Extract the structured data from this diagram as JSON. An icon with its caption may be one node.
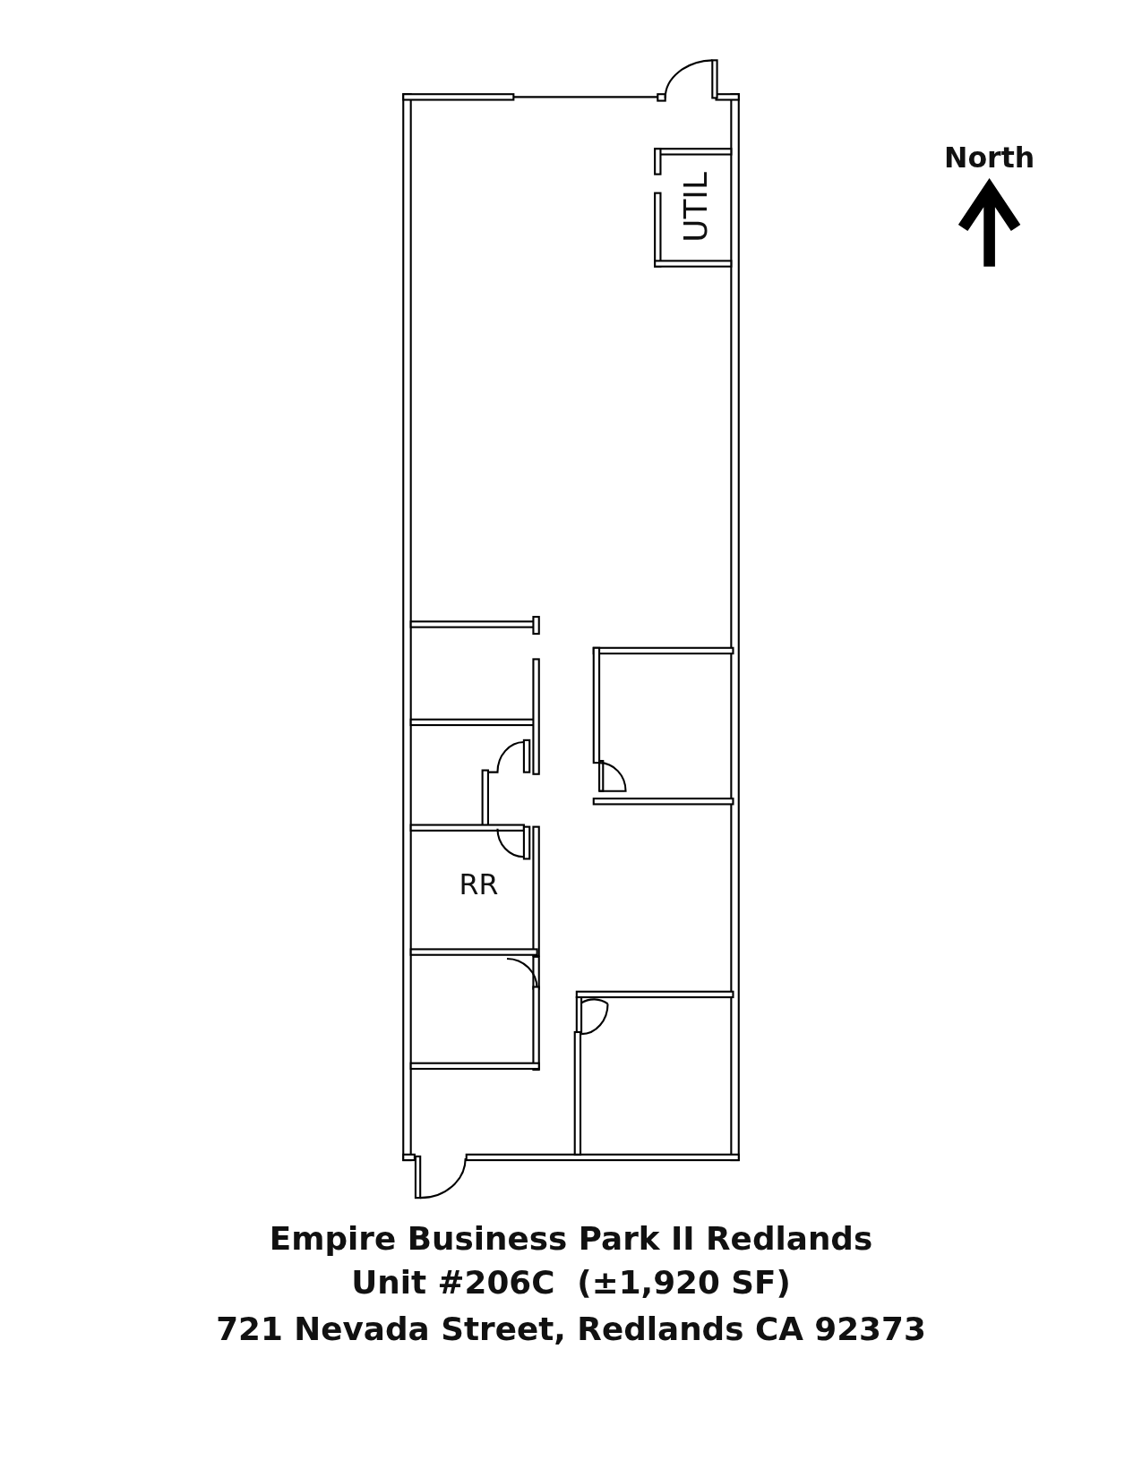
{
  "diagram": {
    "title": "Empire Business Park II Redlands",
    "labels": [
      "North",
      "UTIL",
      "RR",
      "Unit #206C  (±1,920 SF)",
      "721 Nevada Street, Redlands CA 92373"
    ]
  }
}
